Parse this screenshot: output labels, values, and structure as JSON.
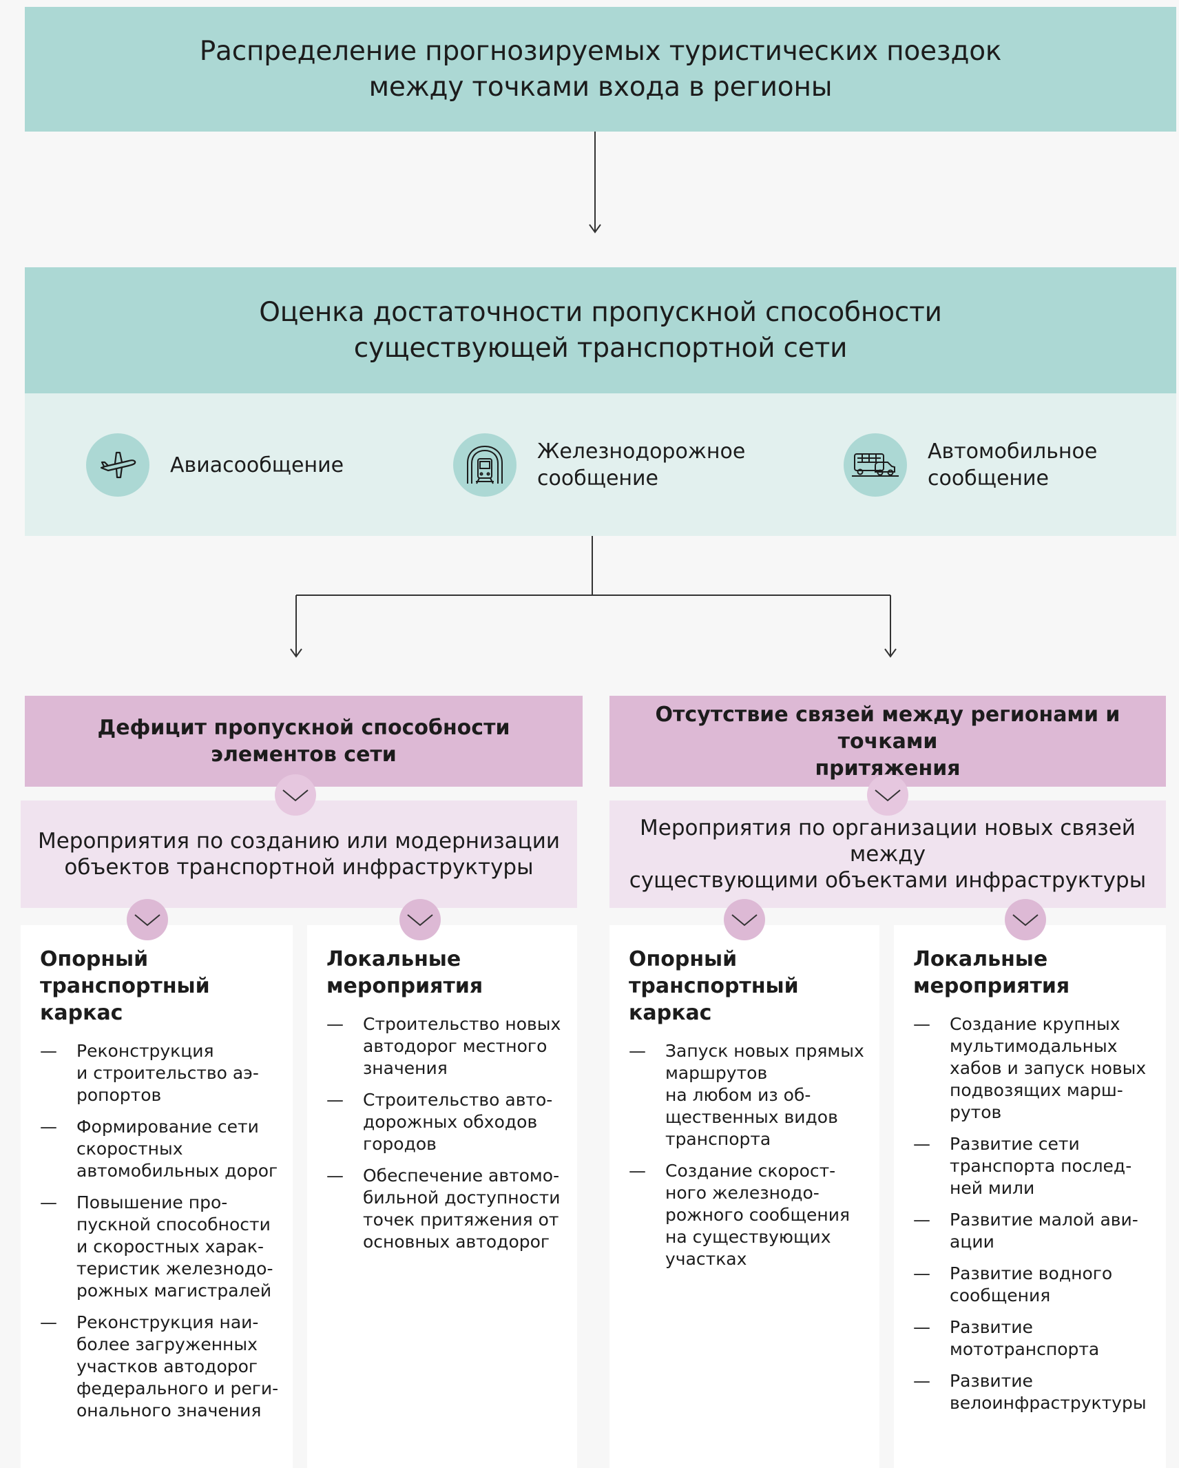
{
  "top_box": {
    "title": "Распределение прогнозируемых туристических поездок\nмежду точками входа в регионы"
  },
  "assessment_box": {
    "title": "Оценка достаточности пропускной способности\nсуществующей транспортной сети",
    "modes": [
      {
        "icon": "airplane-icon",
        "label": "Авиасообщение"
      },
      {
        "icon": "train-icon",
        "label": "Железнодорожное\nсообщение"
      },
      {
        "icon": "bus-car-icon",
        "label": "Автомобильное\nсообщение"
      }
    ]
  },
  "branches": [
    {
      "header": "Дефицит пропускной способности\nэлементов сети",
      "measures": "Мероприятия по созданию или модернизации\nобъектов транспортной инфраструктуры",
      "cards": [
        {
          "title": "Опорный\nтранспортный\nкаркас",
          "items": [
            "Реконструкция\nи строительство аэ-\nропортов",
            "Формирование сети\nскоростных\nавтомобильных дорог",
            "Повышение про-\nпускной способности\nи скоростных харак-\nтеристик железнодо-\nрожных магистралей",
            "Реконструкция наи-\nболее загруженных\nучастков автодорог\nфедерального и реги-\nонального значения"
          ]
        },
        {
          "title": "Локальные\nмероприятия",
          "items": [
            "Строительство новых\nавтодорог местного\nзначения",
            "Строительство авто-\nдорожных обходов\nгородов",
            "Обеспечение автомо-\nбильной доступности\nточек притяжения от\nосновных автодорог"
          ]
        }
      ]
    },
    {
      "header": "Отсутствие связей между регионами и точками\nпритяжения",
      "measures": "Мероприятия по организации новых связей между\nсуществующими объектами инфраструктуры",
      "cards": [
        {
          "title": "Опорный\nтранспортный\nкаркас",
          "items": [
            "Запуск новых прямых\nмаршрутов\nна любом из об-\nщественных видов\nтранспорта",
            "Создание скорост-\nного железнодо-\nрожного сообщения\nна существующих\nучастках"
          ]
        },
        {
          "title": "Локальные\nмероприятия",
          "items": [
            "Создание крупных\nмультимодальных\nхабов и запуск новых\nподвозящих марш-\nрутов",
            "Развитие сети\nтранспорта послед-\nней мили",
            "Развитие малой ави-\nации",
            "Развитие водного\nсообщения",
            "Развитие\nмототранспорта",
            "Развитие\nвелоинфраструктуры"
          ]
        }
      ]
    }
  ],
  "dash_symbol": "—"
}
